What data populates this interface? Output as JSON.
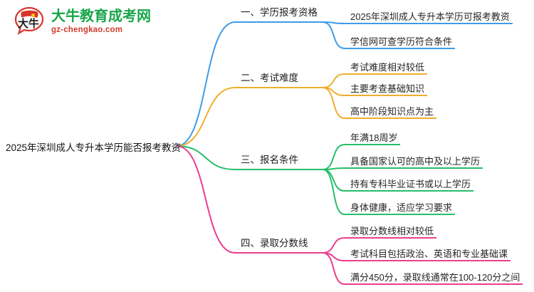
{
  "logo": {
    "mark_text": "大牛",
    "brand_cn": "大牛教育成考网",
    "brand_en": "gz-chengkao.com",
    "brand_cn_color": "#18a54a",
    "brand_en_color": "#d23b2a",
    "mark_color": "#d8352a"
  },
  "mindmap": {
    "root": {
      "label": "2025年深圳成人专升本学历能否报考教资"
    },
    "branches": [
      {
        "label": "一、学历报考资格",
        "color": "#3d9be9",
        "children": [
          {
            "label": "2025年深圳成人专升本学历可报考教资"
          },
          {
            "label": "学信网可查学历符合条件"
          }
        ]
      },
      {
        "label": "二、考试难度",
        "color": "#efae2e",
        "children": [
          {
            "label": "考试难度相对较低"
          },
          {
            "label": "主要考查基础知识"
          },
          {
            "label": "高中阶段知识点为主"
          }
        ]
      },
      {
        "label": "三、报名条件",
        "color": "#27be6b",
        "children": [
          {
            "label": "年满18周岁"
          },
          {
            "label": "具备国家认可的高中及以上学历"
          },
          {
            "label": "持有专科毕业证书或以上学历"
          },
          {
            "label": "身体健康，适应学习要求"
          }
        ]
      },
      {
        "label": "四、录取分数线",
        "color": "#ec3f8e",
        "children": [
          {
            "label": "录取分数线相对较低"
          },
          {
            "label": "考试科目包括政治、英语和专业基础课"
          },
          {
            "label": "满分450分，录取线通常在100-120分之间"
          }
        ]
      }
    ]
  }
}
